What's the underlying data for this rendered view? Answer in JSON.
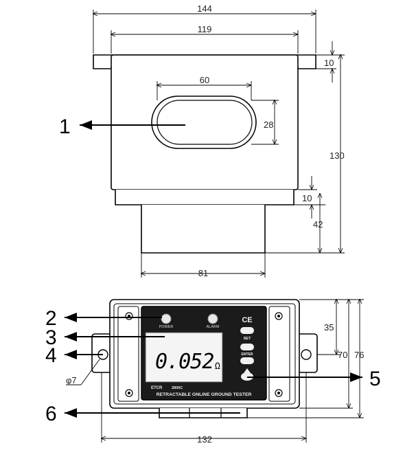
{
  "top_view": {
    "dims": {
      "overall_width": "144",
      "body_width": "119",
      "slot_width": "60",
      "slot_height": "28",
      "flange": "10",
      "height": "130",
      "step": "10",
      "lower": "42",
      "base_width": "81"
    },
    "callout_1": "1"
  },
  "front_view": {
    "callouts": [
      "2",
      "3",
      "4",
      "5",
      "6"
    ],
    "labels": {
      "power": "POWER",
      "alarm": "ALARM",
      "ce": "CE",
      "set": "SET",
      "enter": "ENTER",
      "display_value": "0.052",
      "unit": "Ω",
      "brand": "ETCR",
      "model": "2800C",
      "title": "RETRACTABLE ONLINE GROUND TESTER"
    },
    "dims": {
      "hole_dia": "φ7",
      "d35": "35",
      "d70": "70",
      "d76": "76",
      "width": "132"
    }
  }
}
